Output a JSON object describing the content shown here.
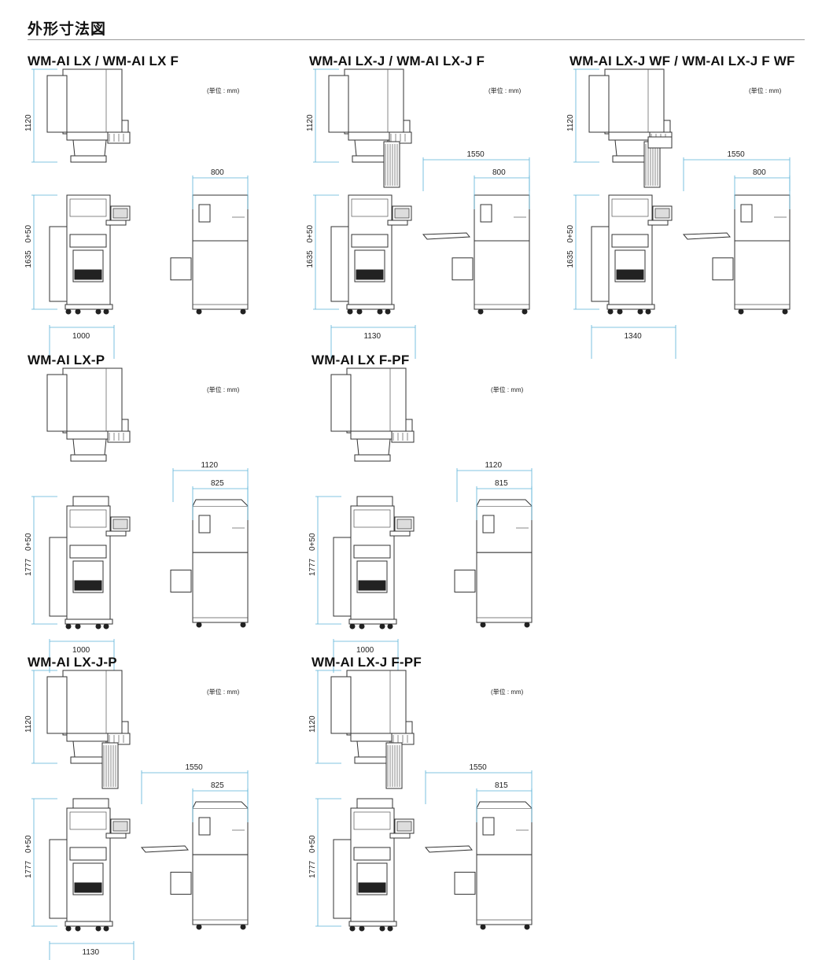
{
  "page": {
    "title": "外形寸法図"
  },
  "unit_label": "(単位 : mm)",
  "panels": [
    {
      "model": "WM-AI LX / WM-AI LX F",
      "top_height": "1120",
      "front_height": "1635",
      "height_tol": "0+50",
      "front_width": "1000",
      "side_width_outer": "",
      "side_width_inner": "800",
      "variant": "base"
    },
    {
      "model": "WM-AI LX-J / WM-AI LX-J F",
      "top_height": "1120",
      "front_height": "1635",
      "height_tol": "0+50",
      "front_width": "1130",
      "side_width_outer": "1550",
      "side_width_inner": "800",
      "variant": "j"
    },
    {
      "model": "WM-AI LX-J WF / WM-AI LX-J F WF",
      "top_height": "1120",
      "front_height": "1635",
      "height_tol": "0+50",
      "front_width": "1340",
      "side_width_outer": "1550",
      "side_width_inner": "800",
      "variant": "jwf"
    },
    {
      "model": "WM-AI LX-P",
      "top_height": "",
      "front_height": "1777",
      "height_tol": "0+50",
      "front_width": "1000",
      "side_width_outer": "1120",
      "side_width_inner": "825",
      "variant": "p"
    },
    {
      "model": "WM-AI LX F-PF",
      "top_height": "",
      "front_height": "1777",
      "height_tol": "0+50",
      "front_width": "1000",
      "side_width_outer": "1120",
      "side_width_inner": "815",
      "variant": "pf"
    },
    {
      "model": "WM-AI LX-J-P",
      "top_height": "1120",
      "front_height": "1777",
      "height_tol": "0+50",
      "front_width": "1130",
      "side_width_outer": "1550",
      "side_width_inner": "825",
      "variant": "jp"
    },
    {
      "model": "WM-AI LX-J F-PF",
      "top_height": "1120",
      "front_height": "1777",
      "height_tol": "0+50",
      "front_width": "",
      "side_width_outer": "1550",
      "side_width_inner": "815",
      "variant": "jpf"
    }
  ]
}
